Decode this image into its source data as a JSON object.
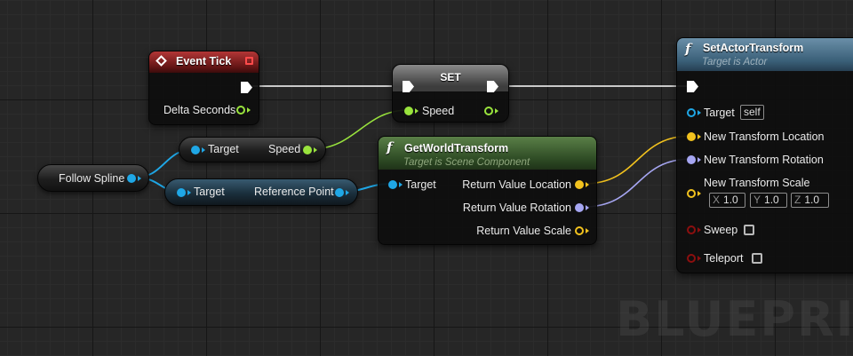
{
  "event_tick": {
    "title": "Event Tick",
    "output_label": "Delta Seconds"
  },
  "set_node": {
    "title": "SET",
    "var_label": "Speed"
  },
  "speed_getter": {
    "target_label": "Target",
    "output_label": "Speed"
  },
  "refpoint_getter": {
    "target_label": "Target",
    "output_label": "Reference Point"
  },
  "follow_spline": {
    "label": "Follow Spline"
  },
  "get_world_transform": {
    "title": "GetWorldTransform",
    "subtitle": "Target is Scene Component",
    "input_label": "Target",
    "outputs": [
      "Return Value Location",
      "Return Value Rotation",
      "Return Value Scale"
    ]
  },
  "set_actor_transform": {
    "title": "SetActorTransform",
    "subtitle": "Target is Actor",
    "target_label": "Target",
    "target_value": "self",
    "location_label": "New Transform Location",
    "rotation_label": "New Transform Rotation",
    "scale_label": "New Transform Scale",
    "scale_axes": [
      "X",
      "Y",
      "Z"
    ],
    "scale_values": [
      "1.0",
      "1.0",
      "1.0"
    ],
    "sweep_label": "Sweep",
    "teleport_label": "Teleport"
  },
  "watermark": "BLUEPRINT",
  "colors": {
    "object_pin": "#1fa7e6",
    "float_pin": "#99e33d",
    "vector_pin": "#f2c21e",
    "rotator_pin": "#a6a6f2",
    "bool_pin": "#8c0f0f",
    "exec_pin": "#ffffff"
  }
}
